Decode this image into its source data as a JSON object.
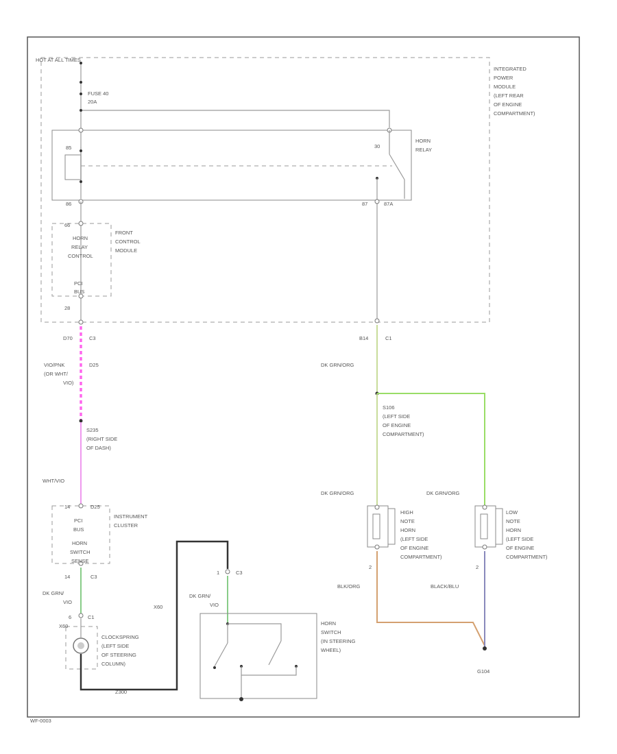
{
  "labels": {
    "hot_at_all_times": "HOT AT ALL TIMES",
    "fuse": "FUSE 40",
    "fuse_amps": "20A",
    "ipm_l1": "INTEGRATED",
    "ipm_l2": "POWER",
    "ipm_l3": "MODULE",
    "ipm_l4": "(LEFT REAR",
    "ipm_l5": "OF ENGINE",
    "ipm_l6": "COMPARTMENT)",
    "horn_relay_l1": "HORN",
    "horn_relay_l2": "RELAY",
    "relay_pin_85": "85",
    "relay_pin_30": "30",
    "relay_pin_86": "86",
    "relay_pin_87": "87",
    "relay_pin_87b": "87A",
    "relay_ctrl_pin": "66",
    "relay_ctrl_l1": "HORN",
    "relay_ctrl_l2": "RELAY",
    "relay_ctrl_l3": "CONTROL",
    "pci_bus_fcm": "PCI",
    "pci_bus_fcm2": "BUS",
    "fcm_l1": "FRONT",
    "fcm_l2": "CONTROL",
    "fcm_l3": "MODULE",
    "pin_28": "28",
    "c3_left": "C3",
    "c3_conn": "D70",
    "c1_right": "C1",
    "b14_conn": "B14",
    "wire_vio_l1": "VIO/PNK",
    "wire_vio_l2": "(OR WHT/",
    "wire_vio_l3": "VIO)",
    "wire_d25": "D25",
    "splice_s1_l1": "S235",
    "splice_s1_l2": "(RIGHT SIDE",
    "splice_s1_l3": "OF DASH)",
    "wire_wht_vio": "WHT/VIO",
    "ic_pin_14": "14",
    "ic_pin_d25": "D25",
    "ic_pci": "PCI",
    "ic_bus": "BUS",
    "ic_horn": "HORN",
    "ic_switch": "SWITCH",
    "ic_sense": "SENSE",
    "ic_name_l1": "INSTRUMENT",
    "ic_name_l2": "CLUSTER",
    "ic_pin_14b": "14",
    "ic_c3": "C3",
    "wire_dkgrn_l1": "DK GRN/",
    "wire_dkgrn_l2": "VIO",
    "cs_pin": "6",
    "cs_c1": "C1",
    "cs_x": "X60",
    "clockspring_l1": "CLOCKSPRING",
    "clockspring_l2": "(LEFT SIDE",
    "clockspring_l3": "OF STEERING",
    "clockspring_l4": "COLUMN)",
    "wire_x60": "X60",
    "wire_z": "Z300",
    "hs_pin_1": "1",
    "hs_c3": "C3",
    "wire_dkgrn2_l1": "DK GRN/",
    "wire_dkgrn2_l2": "VIO",
    "horn_switch_l1": "HORN",
    "horn_switch_l2": "SWITCH",
    "horn_switch_l3": "(IN STEERING",
    "horn_switch_l4": "WHEEL)",
    "wire_dkgrn_org": "DK GRN/ORG",
    "splice_s2_l1": "S106",
    "splice_s2_l2": "(LEFT SIDE",
    "splice_s2_l3": "OF ENGINE",
    "splice_s2_l4": "COMPARTMENT)",
    "wire_dkgrn_org_a": "DK GRN/ORG",
    "wire_dkgrn_org_b": "DK GRN/ORG",
    "hh_l1": "HIGH",
    "hh_l2": "NOTE",
    "hh_l3": "HORN",
    "hh_l4": "(LEFT SIDE",
    "hh_l5": "OF ENGINE",
    "hh_l6": "COMPARTMENT)",
    "lh_l1": "LOW",
    "lh_l2": "NOTE",
    "lh_l3": "HORN",
    "lh_l4": "(LEFT SIDE",
    "lh_l5": "OF ENGINE",
    "lh_l6": "COMPARTMENT)",
    "hh_pin_2": "2",
    "lh_pin_2": "2",
    "wire_blk_org": "BLK/ORG",
    "wire_blk_blu": "BLACK/BLU",
    "ground": "G104",
    "figure_id": "WF-0003"
  },
  "colors": {
    "frame": "#555555",
    "vio_pnk_wire": "#ff66ee",
    "wht_vio_wire": "#ee99ee",
    "dkgrn_org_wire": "#c8dc9a",
    "dkgrn_org_bright": "#99dd66",
    "dkgrn_vio_wire": "#88cc88",
    "blk_org_wire": "#d4a070",
    "blk_blu_wire": "#8888bb",
    "black_wire": "#333333"
  }
}
